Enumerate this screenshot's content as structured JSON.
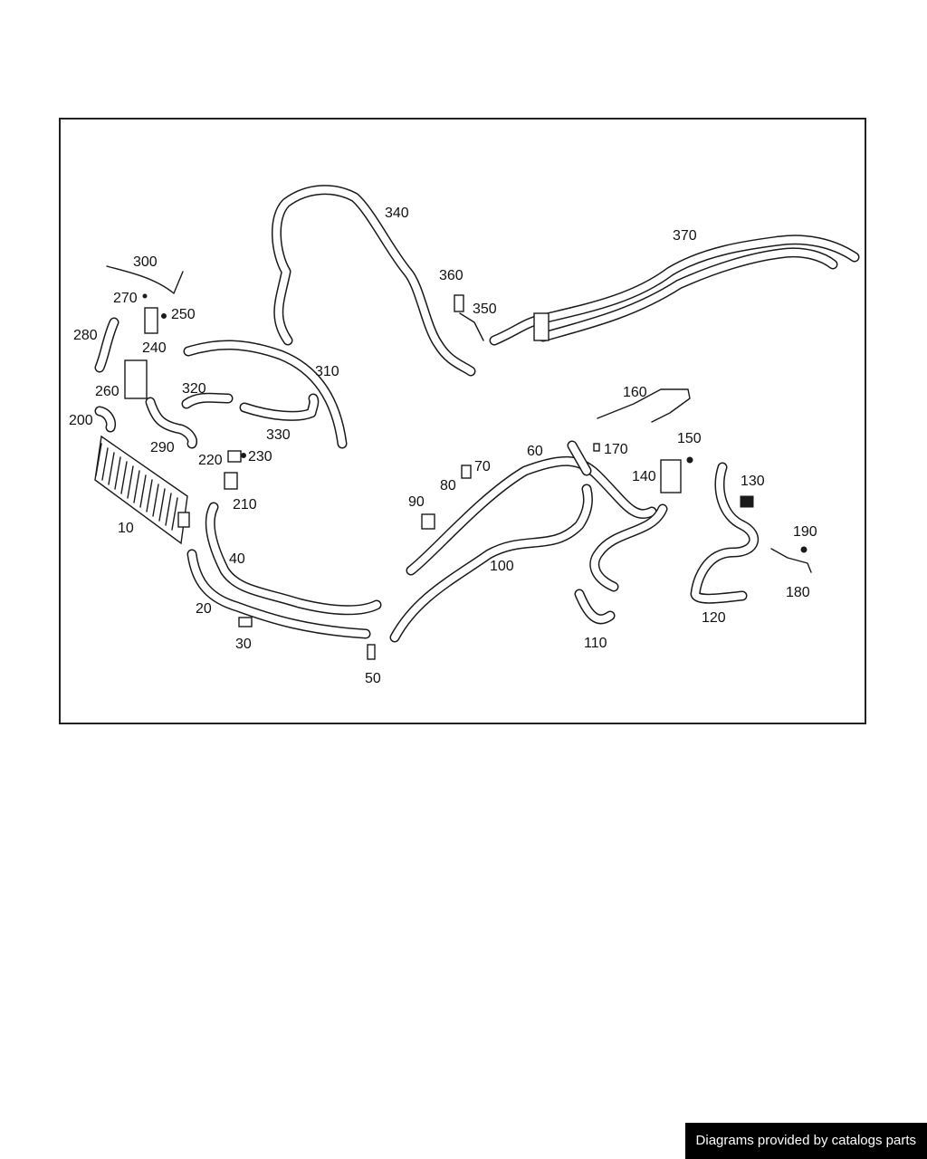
{
  "callouts": {
    "c10": "10",
    "c20": "20",
    "c30": "30",
    "c40": "40",
    "c50": "50",
    "c60": "60",
    "c70": "70",
    "c80": "80",
    "c90": "90",
    "c100": "100",
    "c110": "110",
    "c120": "120",
    "c130": "130",
    "c140": "140",
    "c150": "150",
    "c160": "160",
    "c170": "170",
    "c180": "180",
    "c190": "190",
    "c200": "200",
    "c210": "210",
    "c220": "220",
    "c230": "230",
    "c240": "240",
    "c250": "250",
    "c260": "260",
    "c270": "270",
    "c280": "280",
    "c290": "290",
    "c300": "300",
    "c310": "310",
    "c320": "320",
    "c330": "330",
    "c340": "340",
    "c350": "350",
    "c360": "360",
    "c370": "370"
  },
  "footer": {
    "credit": "Diagrams provided by catalogs parts"
  }
}
